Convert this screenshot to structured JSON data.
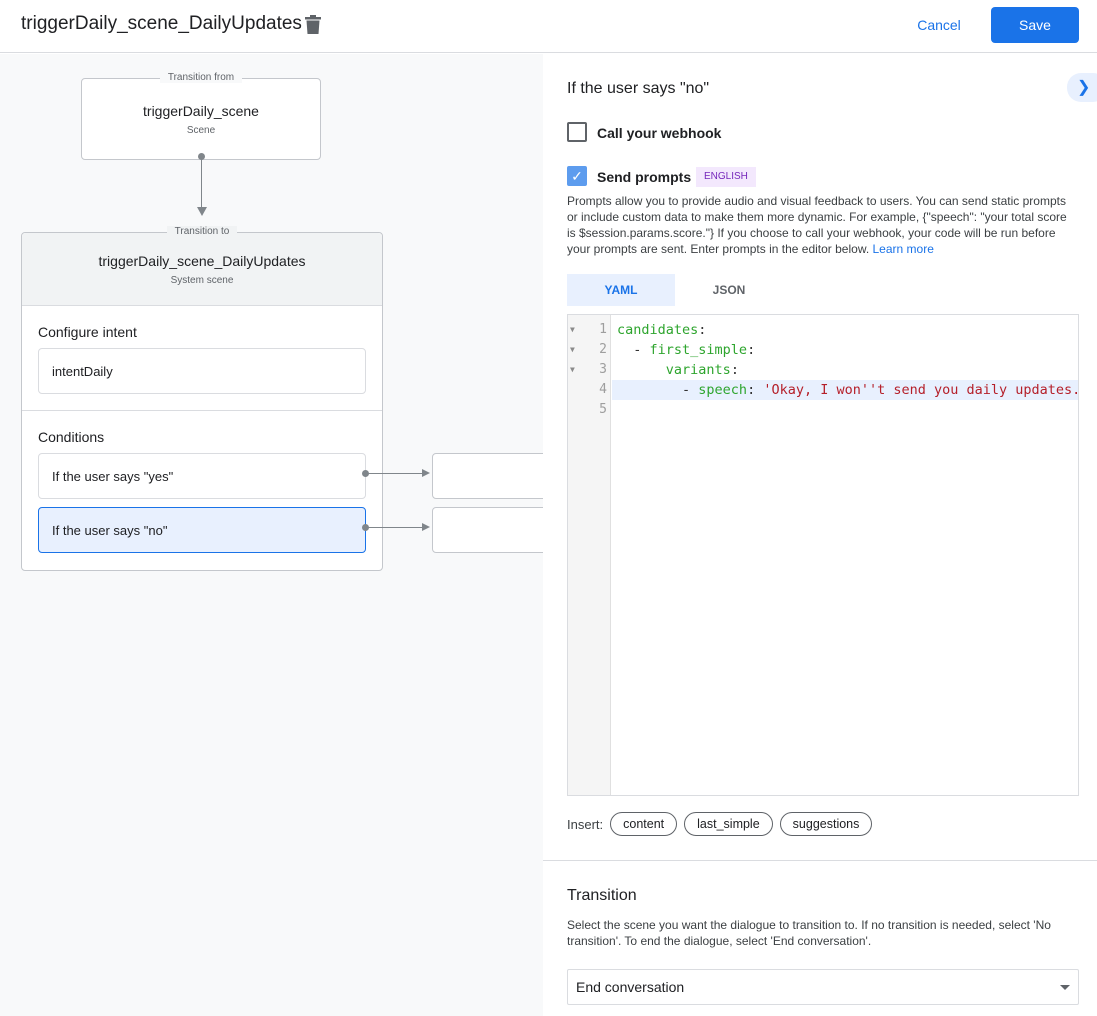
{
  "header": {
    "title": "triggerDaily_scene_DailyUpdates",
    "cancel": "Cancel",
    "save": "Save"
  },
  "canvas": {
    "from": {
      "legend": "Transition from",
      "name": "triggerDaily_scene",
      "type": "Scene"
    },
    "to": {
      "legend": "Transition to",
      "name": "triggerDaily_scene_DailyUpdates",
      "type": "System scene"
    },
    "intent_heading": "Configure intent",
    "intent": "intentDaily",
    "conditions_heading": "Conditions",
    "conditions": [
      {
        "label": "If the user says \"yes\"",
        "selected": false
      },
      {
        "label": "If the user says \"no\"",
        "selected": true
      }
    ]
  },
  "panel": {
    "heading": "If the user says \"no\"",
    "webhook": {
      "label": "Call your webhook",
      "checked": false
    },
    "prompts": {
      "label": "Send prompts",
      "checked": true,
      "badge": "ENGLISH"
    },
    "description": "Prompts allow you to provide audio and visual feedback to users. You can send static prompts or include custom data to make them more dynamic. For example, {\"speech\": \"your total score is $session.params.score.\"} If you choose to call your webhook, your code will be run before your prompts are sent. Enter prompts in the editor below.",
    "learn_more": "Learn more",
    "tabs": [
      "YAML",
      "JSON"
    ],
    "active_tab": "YAML",
    "code": {
      "line_numbers": [
        "1",
        "2",
        "3",
        "4",
        "5"
      ],
      "l1_key": "candidates",
      "l1_p": ":",
      "l2_dash": "  - ",
      "l2_key": "first_simple",
      "l2_p": ":",
      "l3_ind": "      ",
      "l3_key": "variants",
      "l3_p": ":",
      "l4_dash": "        - ",
      "l4_key": "speech",
      "l4_p": ": ",
      "l4_val": "'Okay, I won''t send you daily updates.'"
    },
    "insert_label": "Insert:",
    "insert_chips": [
      "content",
      "last_simple",
      "suggestions"
    ],
    "transition": {
      "heading": "Transition",
      "description": "Select the scene you want the dialogue to transition to. If no transition is needed, select 'No transition'. To end the dialogue, select 'End conversation'.",
      "selected": "End conversation"
    }
  }
}
